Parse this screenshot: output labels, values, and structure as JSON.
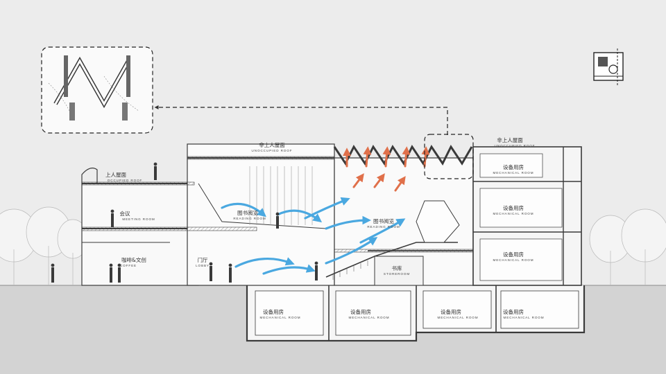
{
  "labels": {
    "occupied_roof": {
      "cn": "上人屋面",
      "en": "OCCUPIED ROOF"
    },
    "unoccupied_roof_center": {
      "cn": "非上人屋面",
      "en": "UNOCCUPIED ROOF"
    },
    "unoccupied_roof_right": {
      "cn": "非上人屋面",
      "en": "UNOCCUPIED ROOF"
    },
    "meeting_room": {
      "cn": "会议",
      "en": "MEETING ROOM"
    },
    "reading_room_upper": {
      "cn": "图书阅览",
      "en": "READING ROOM"
    },
    "reading_room_right": {
      "cn": "图书阅览",
      "en": "READING ROOM"
    },
    "coffee": {
      "cn": "咖啡&文创",
      "en": "COFFEE"
    },
    "lobby": {
      "cn": "门厅",
      "en": "LOBBY"
    },
    "storeroom": {
      "cn": "书库",
      "en": "STOREROOM"
    },
    "mech_tower_1": {
      "cn": "设备用房",
      "en": "MECHANICAL ROOM"
    },
    "mech_tower_2": {
      "cn": "设备用房",
      "en": "MECHANICAL ROOM"
    },
    "mech_tower_3": {
      "cn": "设备用房",
      "en": "MECHANICAL ROOM"
    },
    "mech_base_1": {
      "cn": "设备用房",
      "en": "MECHANICAL ROOM"
    },
    "mech_base_2": {
      "cn": "设备用房",
      "en": "MECHANICAL ROOM"
    },
    "mech_base_3": {
      "cn": "设备用房",
      "en": "MECHANICAL ROOM"
    },
    "mech_base_4": {
      "cn": "设备用房",
      "en": "MECHANICAL ROOM"
    }
  },
  "colors": {
    "airflow_in": "#4aa8e0",
    "airflow_out": "#e0704a",
    "line": "#3a3a3a",
    "ground": "#d3d3d3"
  },
  "icons": {
    "key_plan": "key-plan-icon",
    "detail_callout": "skylight-detail-callout"
  }
}
